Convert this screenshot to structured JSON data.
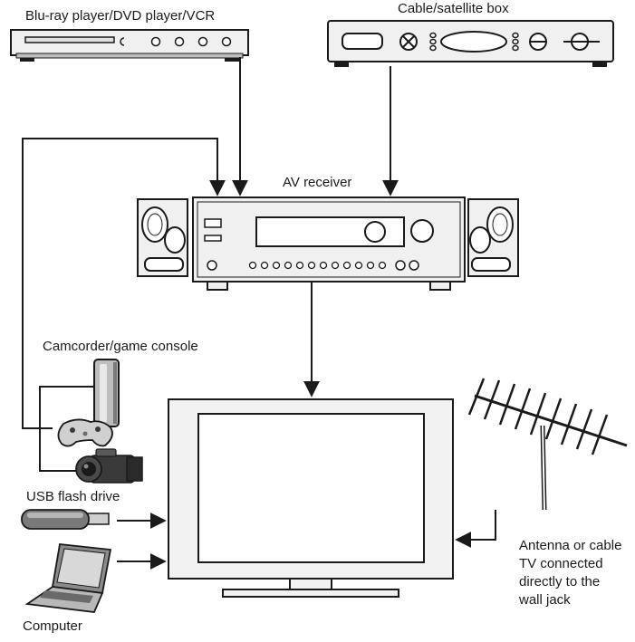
{
  "labels": {
    "player": "Blu-ray player/DVD player/VCR",
    "cable_box": "Cable/satellite box",
    "receiver": "AV receiver",
    "camcorder": "Camcorder/game console",
    "usb": "USB flash drive",
    "computer": "Computer",
    "antenna": [
      "Antenna or cable",
      "TV connected",
      "directly to the",
      "wall jack"
    ]
  },
  "colors": {
    "line": "#1a1a1a",
    "fill_light": "#e8e8e8",
    "fill_mid": "#9a9a9a",
    "fill_dark": "#3a3a3a"
  }
}
